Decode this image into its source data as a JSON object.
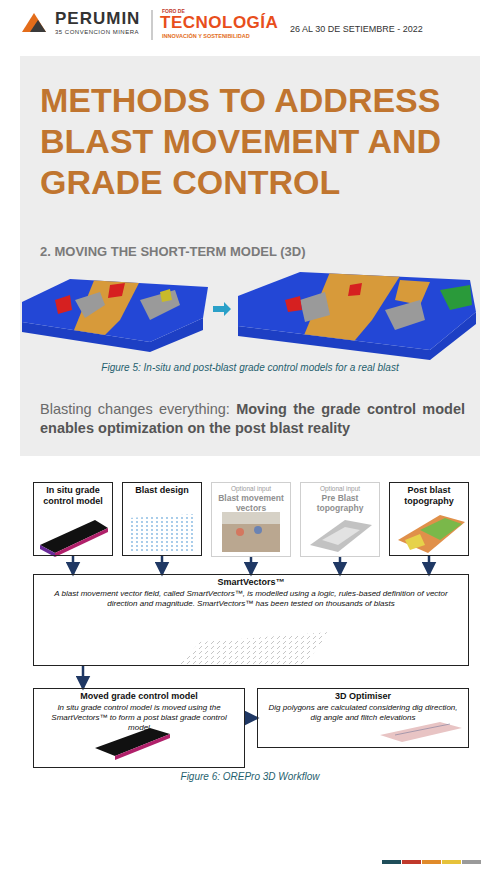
{
  "diagram": {
    "title": "METHODS TO ADDRESS BLAST MOVEMENT AND GRADE CONTROL",
    "caption": "Figure 6: OREPro 3D Workflow",
    "nodes": [
      {
        "text": [
          "In situ grade control model"
        ]
      },
      {
        "text": [
          "Blast design"
        ]
      },
      {
        "text": [
          "Optional input",
          "Blast movement vectors"
        ]
      },
      {
        "text": [
          "Optional input",
          "Pre Blast topography"
        ]
      },
      {
        "text": [
          "Post blast topography"
        ]
      },
      {
        "text": [
          "SmartVectors™",
          "A blast movement vector field, called SmartVectors™, is modelled using a logic, rules-based definition of vector direction and magnitude. SmartVectors™ has been tested on thousands of blasts"
        ]
      },
      {
        "text": [
          "Moved grade control model",
          "In situ grade control model is moved using the SmartVectors™ to form a post blast grade control model"
        ]
      },
      {
        "text": [
          "3D Optimiser",
          "Dig polygons are calculated considering dig direction, dig angle and flitch elevations"
        ]
      }
    ],
    "edges": [
      {
        "from": 0,
        "to": 5,
        "arrow": "to"
      },
      {
        "from": 1,
        "to": 5,
        "arrow": "to"
      },
      {
        "from": 2,
        "to": 5,
        "arrow": "to"
      },
      {
        "from": 3,
        "to": 5,
        "arrow": "to"
      },
      {
        "from": 4,
        "to": 5,
        "arrow": "to"
      },
      {
        "from": 5,
        "to": 6,
        "arrow": "to"
      },
      {
        "from": 6,
        "to": 7,
        "arrow": "to"
      }
    ],
    "labels": [
      "PERUMIN",
      "35 CONVENCION MINERA",
      "FORO DE",
      "TECNOLOGÍA",
      "INNOVACIÓN Y SOSTENIBILIDAD",
      "26 AL 30 DE SETIEMBRE - 2022",
      "2. MOVING THE SHORT-TERM MODEL (3D)",
      "Figure 5: In-situ and post-blast grade control models for a real blast",
      "Blasting changes everything:",
      "Moving the grade control model enables optimization on the post blast reality"
    ]
  }
}
